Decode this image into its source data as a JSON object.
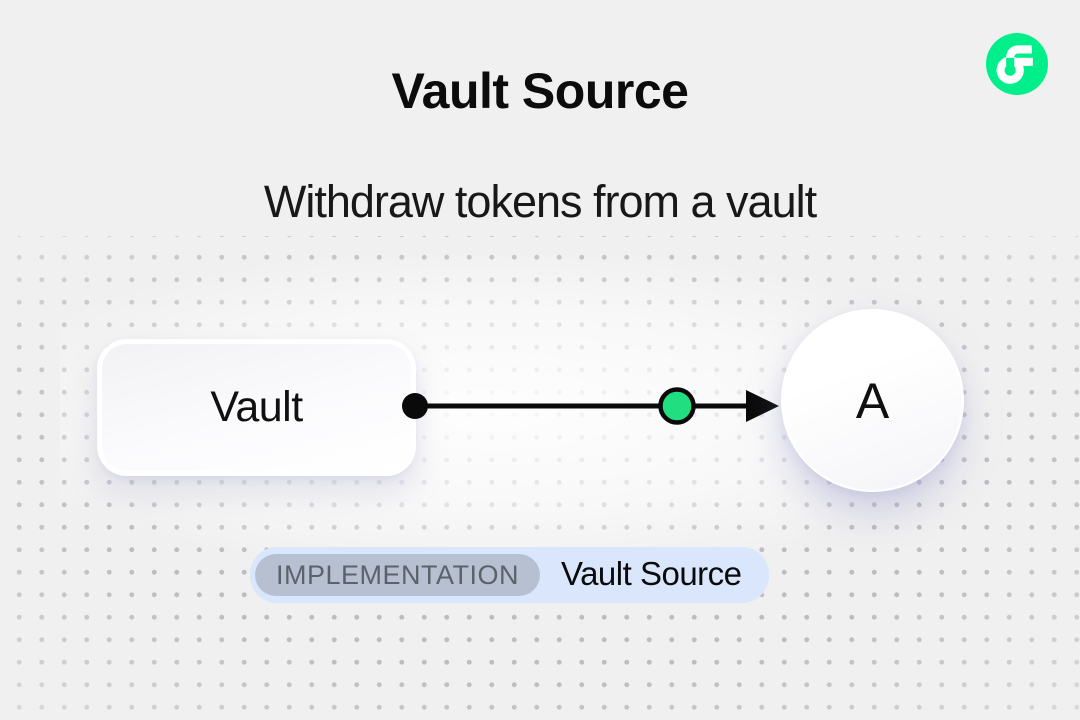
{
  "header": {
    "title": "Vault Source",
    "subtitle": "Withdraw tokens from a vault"
  },
  "logo": {
    "name": "flow-logo",
    "color": "#00EF8B"
  },
  "diagram": {
    "vault_node": {
      "label": "Vault",
      "shape": "rounded-rect"
    },
    "account_node": {
      "label": "A",
      "shape": "circle"
    },
    "edge": {
      "from": "Vault",
      "to": "A",
      "direction": "right",
      "token_dot_color": "#1FDF81",
      "line_color": "#0A0A0A"
    }
  },
  "badge": {
    "tag_label": "IMPLEMENTATION",
    "value_label": "Vault Source"
  },
  "colors": {
    "background": "#F0F0F0",
    "dot_grid": "#B6B6BC",
    "badge_bg": "#D9E6FB",
    "tag_bg": "#B7C0D0",
    "accent_green": "#00EF8B"
  }
}
